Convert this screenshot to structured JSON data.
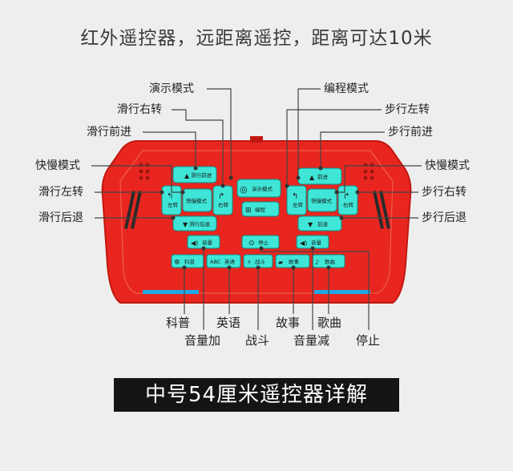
{
  "headline": "红外遥控器，远距离遥控，距离可达10米",
  "callouts": {
    "demo_mode": "演示模式",
    "program_mode": "编程模式",
    "glide_right": "滑行右转",
    "walk_left": "步行左转",
    "glide_forward": "滑行前进",
    "walk_forward": "步行前进",
    "speed_mode_left": "快慢模式",
    "speed_mode_right": "快慢模式",
    "glide_left": "滑行左转",
    "walk_right": "步行右转",
    "glide_back": "滑行后退",
    "walk_back": "步行后退",
    "science": "科普",
    "english": "英语",
    "story": "故事",
    "song": "歌曲",
    "volume_up": "音量加",
    "fight": "战斗",
    "volume_down": "音量减",
    "stop": "停止"
  },
  "remote_buttons": {
    "glide_forward": "滑行前进",
    "glide_left": "左转",
    "glide_speed": "快慢模式",
    "glide_right": "右转",
    "glide_back": "滑行后退",
    "demo": "演示模式",
    "program": "编程",
    "stop": "停止",
    "walk_forward": "前进",
    "walk_left": "左转",
    "walk_speed": "快慢模式",
    "walk_right": "右转",
    "walk_back": "后退",
    "volume_up": "音量",
    "volume_down": "音量",
    "science": "科普",
    "english": "英语",
    "english_prefix": "ABC",
    "fight": "战斗",
    "story": "故事",
    "song": "歌曲"
  },
  "banner": "中号54厘米遥控器详解",
  "colors": {
    "body_red": "#e8261f",
    "button_cyan": "#3fe6d8",
    "label_text": "#222222",
    "banner_bg": "#141414"
  }
}
